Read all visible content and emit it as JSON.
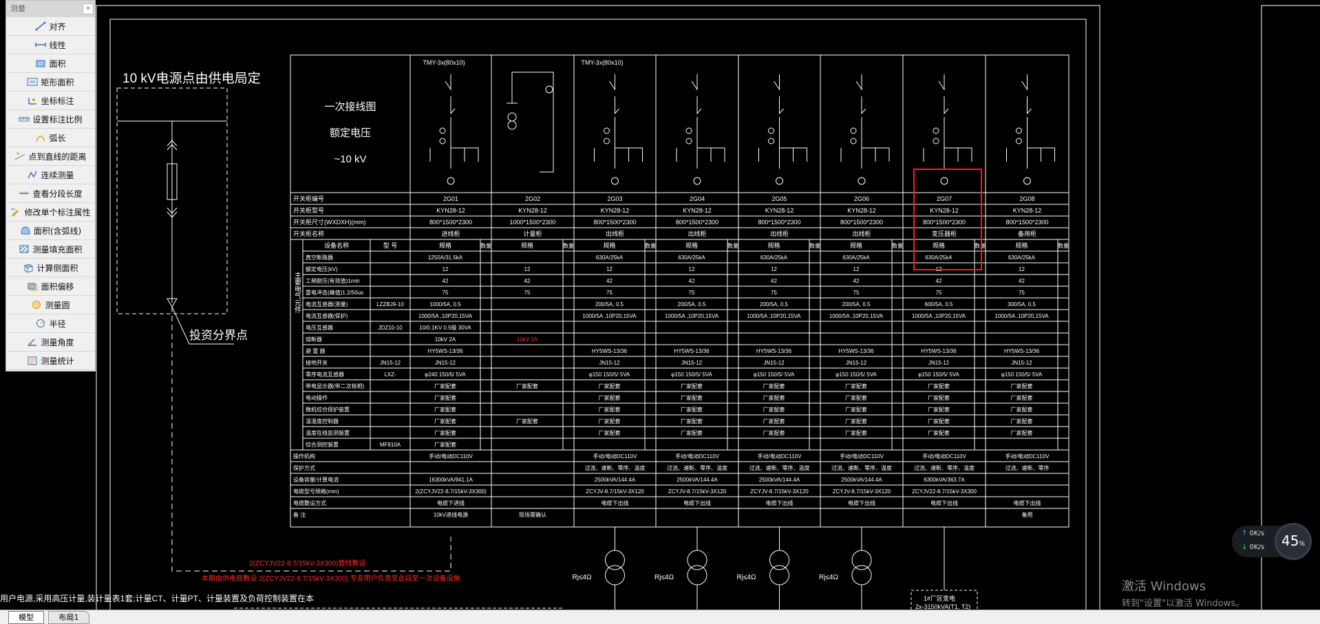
{
  "panel": {
    "title": "测量",
    "close": "×",
    "tools": [
      {
        "label": "对齐",
        "icon": "align-measure-icon"
      },
      {
        "label": "线性",
        "icon": "linear-measure-icon"
      },
      {
        "label": "面积",
        "icon": "area-icon"
      },
      {
        "label": "矩形面积",
        "icon": "rect-area-icon"
      },
      {
        "label": "坐标标注",
        "icon": "coordinate-icon"
      },
      {
        "label": "设置标注比例",
        "icon": "scale-setting-icon"
      },
      {
        "label": "弧长",
        "icon": "arc-length-icon"
      },
      {
        "label": "点到直线的距离",
        "icon": "point-line-distance-icon"
      },
      {
        "label": "连续测量",
        "icon": "continuous-measure-icon"
      },
      {
        "label": "查看分段长度",
        "icon": "segment-length-icon"
      },
      {
        "label": "修改单个标注属性",
        "icon": "edit-dimension-icon"
      },
      {
        "label": "面积(含弧线)",
        "icon": "arc-area-icon"
      },
      {
        "label": "测量填充面积",
        "icon": "hatch-area-icon"
      },
      {
        "label": "计算侧面积",
        "icon": "side-area-icon"
      },
      {
        "label": "面积偏移",
        "icon": "area-offset-icon"
      },
      {
        "label": "测量圆",
        "icon": "circle-measure-icon"
      },
      {
        "label": "半径",
        "icon": "radius-icon"
      },
      {
        "label": "测量角度",
        "icon": "angle-icon"
      },
      {
        "label": "测量统计",
        "icon": "statistics-icon"
      }
    ]
  },
  "drawing": {
    "supply_title": "10 kV电源点由供电局定",
    "boundary_label": "投资分界点",
    "header_lines": [
      "一次接线图",
      "额定电压",
      "~10 kV"
    ],
    "busbars": [
      "TMY-3x(80x10)",
      "TMY-3x(80x10)"
    ],
    "panels": [
      "2G01",
      "2G02",
      "2G03",
      "2G04",
      "2G05",
      "2G06",
      "2G07",
      "2G08"
    ],
    "models": [
      "KYN28-12",
      "KYN28-12",
      "KYN28-12",
      "KYN28-12",
      "KYN28-12",
      "KYN28-12",
      "KYN28-12",
      "KYN28-12"
    ],
    "sizes": [
      "800*1500*2300",
      "1000*1500*2300",
      "800*1500*2300",
      "800*1500*2300",
      "800*1500*2300",
      "800*1500*2300",
      "800*1500*2300",
      "800*1500*2300"
    ],
    "uses": [
      "进线柜",
      "计量柜",
      "出线柜",
      "出线柜",
      "出线柜",
      "出线柜",
      "变压器柜",
      "备用柜"
    ],
    "row_headers": [
      "开关柜编号",
      "开关柜型号",
      "开关柜尺寸(WXDXH)(mm)",
      "开关柜名称"
    ],
    "sub_headers": [
      "设备名称",
      "型 号",
      "规格",
      "数量"
    ],
    "side_label": "主要电气元件",
    "rows": [
      {
        "name": "真空断路器",
        "model": "",
        "vals": [
          "1250A/31.5kA",
          "",
          "630A/25kA",
          "630A/25kA",
          "630A/25kA",
          "630A/25kA",
          "630A/25kA",
          "630A/25kA"
        ]
      },
      {
        "name": "额定电压(kV)",
        "model": "",
        "vals": [
          "12",
          "12",
          "12",
          "12",
          "12",
          "12",
          "12",
          "12"
        ]
      },
      {
        "name": "工频耐压(有效值)1min",
        "model": "",
        "vals": [
          "42",
          "42",
          "42",
          "42",
          "42",
          "42",
          "42",
          "42"
        ]
      },
      {
        "name": "雷电冲击(峰值)1.2/50us",
        "model": "",
        "vals": [
          "75",
          "75",
          "75",
          "75",
          "75",
          "75",
          "75",
          "75"
        ]
      },
      {
        "name": "电流互感器(测量)",
        "model": "LZZBJ9-10",
        "vals": [
          "1000/5A, 0.5",
          "",
          "200/5A, 0.5",
          "200/5A, 0.5",
          "200/5A, 0.5",
          "200/5A, 0.5",
          "600/5A, 0.5",
          "300/5A, 0.5"
        ]
      },
      {
        "name": "电流互感器(保护)",
        "model": "",
        "vals": [
          "1000/5A ,10P20,15VA",
          "",
          "1000/5A ,10P20,15VA",
          "1000/5A ,10P20,15VA",
          "1000/5A ,10P20,15VA",
          "1000/5A ,10P20,15VA",
          "1000/5A ,10P20,15VA",
          "1000/5A ,10P20,15VA"
        ]
      },
      {
        "name": "电压互感器",
        "model": "JDZ10-10",
        "vals": [
          "10/0.1KV 0.5级 30VA",
          "",
          "",
          "",
          "",
          "",
          "",
          ""
        ]
      },
      {
        "name": "熔断器",
        "model": "",
        "vals": [
          "10kV 2A",
          "10kV 2A",
          "",
          "",
          "",
          "",
          "",
          ""
        ]
      },
      {
        "name": "避 雷 器",
        "model": "",
        "vals": [
          "HY5WS-13/36",
          "",
          "HY5WS-13/36",
          "HY5WS-13/36",
          "HY5WS-13/36",
          "HY5WS-13/36",
          "HY5WS-13/36",
          "HY5WS-13/36"
        ]
      },
      {
        "name": "接地开关",
        "model": "JN15-12",
        "vals": [
          "JN15-12",
          "",
          "JN15-12",
          "JN15-12",
          "JN15-12",
          "JN15-12",
          "JN15-12",
          "JN15-12"
        ]
      },
      {
        "name": "零序电流互感器",
        "model": "LXZ-",
        "vals": [
          "φ240 150/5/ 5VA",
          "",
          "φ150 150/5/ 5VA",
          "φ150 150/5/ 5VA",
          "φ150 150/5/ 5VA",
          "φ150 150/5/ 5VA",
          "φ150 150/5/ 5VA",
          "φ150 150/5/ 5VA"
        ]
      },
      {
        "name": "带电显示器(带二次核相)",
        "model": "",
        "vals": [
          "厂家配套",
          "厂家配套",
          "厂家配套",
          "厂家配套",
          "厂家配套",
          "厂家配套",
          "厂家配套",
          "厂家配套"
        ]
      },
      {
        "name": "电动操作",
        "model": "",
        "vals": [
          "厂家配套",
          "",
          "厂家配套",
          "厂家配套",
          "厂家配套",
          "厂家配套",
          "厂家配套",
          "厂家配套"
        ]
      },
      {
        "name": "微机综合保护装置",
        "model": "",
        "vals": [
          "厂家配套",
          "",
          "厂家配套",
          "厂家配套",
          "厂家配套",
          "厂家配套",
          "厂家配套",
          "厂家配套"
        ]
      },
      {
        "name": "温湿度控制器",
        "model": "",
        "vals": [
          "厂家配套",
          "厂家配套",
          "厂家配套",
          "厂家配套",
          "厂家配套",
          "厂家配套",
          "厂家配套",
          "厂家配套"
        ]
      },
      {
        "name": "温度在线监测装置",
        "model": "",
        "vals": [
          "厂家配套",
          "",
          "厂家配套",
          "厂家配套",
          "厂家配套",
          "厂家配套",
          "厂家配套",
          "厂家配套"
        ]
      },
      {
        "name": "综合测控装置",
        "model": "MF810A",
        "vals": [
          "厂家配套",
          "",
          "",
          "",
          "",
          "",
          "",
          ""
        ]
      }
    ],
    "bottom_rows": [
      {
        "name": "操作机构",
        "vals": [
          "手动/电动DC110V",
          "",
          "手动/电动DC110V",
          "手动/电动DC110V",
          "手动/电动DC110V",
          "手动/电动DC110V",
          "手动/电动DC110V",
          "手动/电动DC110V"
        ]
      },
      {
        "name": "保护方式",
        "vals": [
          "",
          "",
          "过流、速断、零序、温度",
          "过流、速断、零序、温度",
          "过流、速断、零序、温度",
          "过流、速断、零序、温度",
          "过流、速断、零序、温度",
          "过流、速断、零序"
        ]
      },
      {
        "name": "设备容量/计算电流",
        "vals": [
          "16300kVA/941.1A",
          "",
          "2500kVA/144.4A",
          "2500kVA/144.4A",
          "2500kVA/144.4A",
          "2500kVA/144.4A",
          "6300kVA/363.7A",
          ""
        ]
      },
      {
        "name": "电缆型号规格(mm)",
        "vals": [
          "2(ZCYJV22-8.7/15kV-3X300)",
          "",
          "ZCYJV-8.7/15kV-3X120",
          "ZCYJV-8.7/15kV-3X120",
          "ZCYJV-8.7/15kV-3X120",
          "ZCYJV-8.7/15kV-3X120",
          "ZCYJV22-8.7/15kV-3X300",
          ""
        ]
      },
      {
        "name": "电缆敷设方式",
        "vals": [
          "电缆下进线",
          "",
          "电缆下出线",
          "电缆下出线",
          "电缆下出线",
          "电缆下出线",
          "电缆下出线",
          "电缆下出线"
        ]
      },
      {
        "name": "备 注",
        "vals": [
          "10kV进线电源",
          "现场需确认",
          "",
          "",
          "",
          "",
          "",
          "备用"
        ]
      }
    ],
    "red_note_1": "2(ZCYJV22-8.7/15kV-3X300)管线敷设",
    "red_note_2": "本期由供电局敷设-2(ZCYJV22-8.7/15kV-3X300),专变用户负责至此段至一次设备设施.",
    "bottom_note": "用户电源,采用高压计量,装计量表1套;计量CT、计量PT、计量装置及负荷控制装置在本",
    "rj_label": "Rj≤4Ω",
    "transformer_label": "1#厂区变电",
    "transformer_spec": "2x-3150kVA(T1, T2)"
  },
  "tabs": {
    "model": "模型",
    "layout": "布局1"
  },
  "speed": {
    "up": "0K/s",
    "down": "0K/s",
    "percent": "45",
    "unit": "%"
  },
  "watermark": {
    "title": "激活 Windows",
    "subtitle": "转到\"设置\"以激活 Windows。"
  },
  "colors": {
    "background": "#000000",
    "line": "#ffffff",
    "highlight": "#ff1a1a",
    "panel": "#f0f0f0"
  }
}
